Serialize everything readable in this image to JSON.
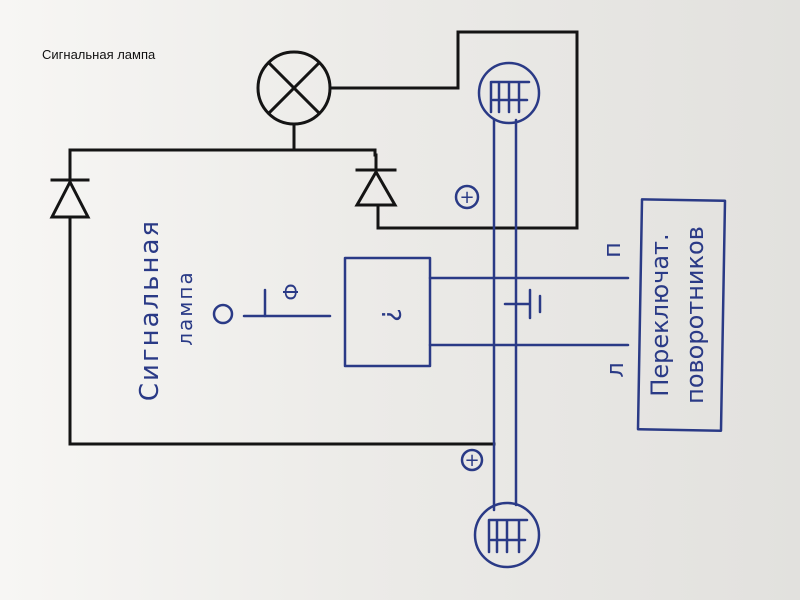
{
  "caption": "Сигнальная лампа",
  "handwriting": {
    "lamp_label_line1": "Сигнальная",
    "lamp_label_line2": "лампа",
    "unknown_block": "?",
    "switch_label_line1": "Переключат.",
    "switch_label_line2": "поворотников",
    "terminal_right": "п",
    "terminal_left": "л",
    "top_lamp": "ЛП",
    "bottom_lamp": "ЛП",
    "plus_sign": "+",
    "phi_sign": "Ф"
  },
  "colors": {
    "ink": "#141414",
    "pen": "#2a3a86"
  }
}
